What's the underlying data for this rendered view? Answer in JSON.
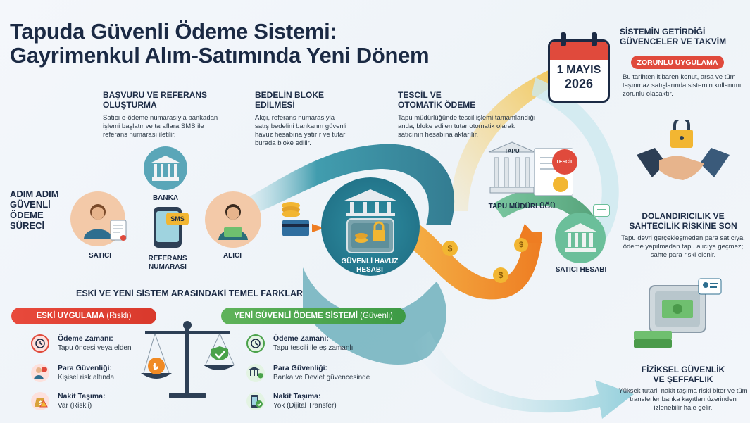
{
  "title": {
    "line1": "Tapuda Güvenli Ödeme Sistemi:",
    "line2": "Gayrimenkul Alım-Satımında Yeni Dönem"
  },
  "left_heading": {
    "line1": "ADIM ADIM",
    "line2": "GÜVENLİ",
    "line3": "ÖDEME",
    "line4": "SÜRECİ"
  },
  "steps": {
    "step1": {
      "title_line1": "BAŞVURU VE REFERANS",
      "title_line2": "OLUŞTURMA",
      "text": "Satıcı e-ödeme numarasıyla bankadan işlemi başlatır ve taraflara SMS ile referans numarası iletilir."
    },
    "step2": {
      "title_line1": "BEDELİN BLOKE",
      "title_line2": "EDİLMESİ",
      "text": "Akçı, referans numarasıyla satış bedelini bankanın güvenli havuz hesabına yatırır ve tutar burada bloke edilir."
    },
    "step3": {
      "title_line1": "TESCİL VE",
      "title_line2": "OTOMATİK ÖDEME",
      "text": "Tapu müdürlüğünde tescil işlemi tamamlandığı anda, bloke edilen tutar otomatik olarak satıcının hesabına aktarılır."
    }
  },
  "labels": {
    "satici": "SATICI",
    "banka": "BANKA",
    "sms": "SMS",
    "referans_line1": "REFERANS",
    "referans_line2": "NUMARASI",
    "alici": "ALICI",
    "havuz_line1": "GÜVENLİ HAVUZ",
    "havuz_line2": "HESABI",
    "tapu_sign": "TAPU",
    "tescil_stamp": "TESCİL",
    "tapu_mudurlugu": "TAPU MÜDÜRLÜĞÜ",
    "satici_hesabi": "SATICI HESABI"
  },
  "comparison": {
    "heading": "ESKİ VE YENİ SİSTEM ARASINDAKİ TEMEL FARKLAR",
    "old_label": "ESKİ UYGULAMA",
    "old_tag": "(Riskli)",
    "new_label": "YENİ GÜVENLİ ÖDEME SİSTEMİ",
    "new_tag": "(Güvenli)",
    "old_rows": [
      {
        "title": "Ödeme Zamanı:",
        "value": "Tapu öncesi veya elden",
        "icon": "clock-icon"
      },
      {
        "title": "Para Güvenliği:",
        "value": "Kişisel risk altında",
        "icon": "person-warning-icon"
      },
      {
        "title": "Nakit Taşıma:",
        "value": "Var (Riskli)",
        "icon": "money-bag-warning-icon"
      }
    ],
    "new_rows": [
      {
        "title": "Ödeme Zamanı:",
        "value": "Tapu tescili ile eş zamanlı",
        "icon": "clock-lock-icon"
      },
      {
        "title": "Para Güvenliği:",
        "value": "Banka ve Devlet güvencesinde",
        "icon": "bank-shield-icon"
      },
      {
        "title": "Nakit Taşıma:",
        "value": "Yok (Dijital Transfer)",
        "icon": "phone-transfer-icon"
      }
    ]
  },
  "right": {
    "heading_line1": "SİSTEMİN GETİRDİĞİ",
    "heading_line2": "GÜVENCELER VE TAKVİM",
    "calendar_line1": "1 MAYIS",
    "calendar_line2": "2026",
    "mandatory_label": "ZORUNLU UYGULAMA",
    "mandatory_text": "Bu tarihten itibaren konut, arsa ve tüm taşınmaz satışlarında sistemin kullanımı zorunlu olacaktır.",
    "fraud_heading_line1": "DOLANDIRICILIK VE",
    "fraud_heading_line2": "SAHTECİLİK RİSKİNE SON",
    "fraud_text": "Tapu devri gerçekleşmeden para satıcıya, ödeme yapılmadan tapu alıcıya geçmez; sahte para riski elenir.",
    "physical_heading_line1": "FİZİKSEL GÜVENLİK",
    "physical_heading_line2": "VE ŞEFFAFLIK",
    "physical_text": "Yüksek tutarlı nakit taşıma riski biter ve tüm transferler banka kayıtları üzerinden izlenebilir hale gelir."
  },
  "colors": {
    "navy": "#1b2a44",
    "teal": "#2a8c9c",
    "orange": "#f08a24",
    "red": "#e04a3c",
    "green": "#4aa24a",
    "gold": "#f2b632"
  }
}
